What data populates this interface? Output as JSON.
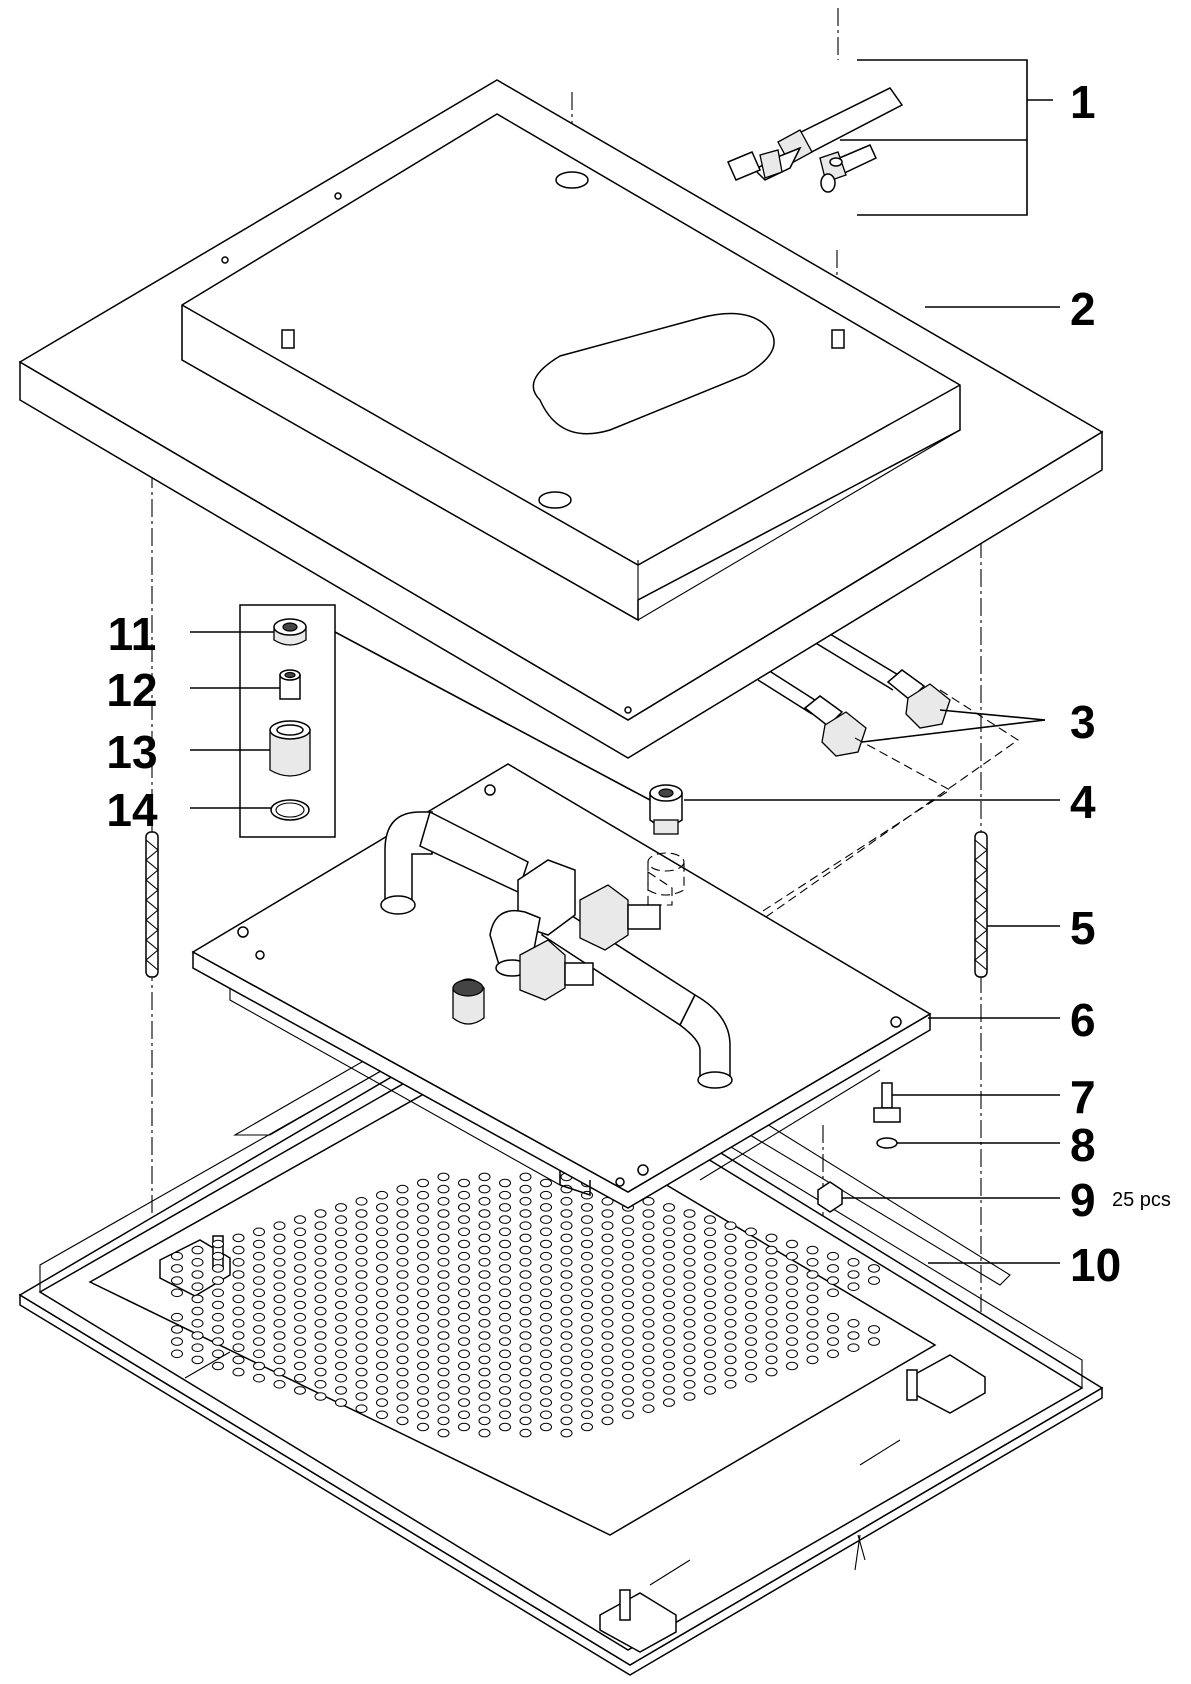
{
  "diagram": {
    "callouts": [
      {
        "id": "1",
        "label": "1"
      },
      {
        "id": "2",
        "label": "2"
      },
      {
        "id": "3",
        "label": "3"
      },
      {
        "id": "4",
        "label": "4"
      },
      {
        "id": "5",
        "label": "5"
      },
      {
        "id": "6",
        "label": "6"
      },
      {
        "id": "7",
        "label": "7"
      },
      {
        "id": "8",
        "label": "8"
      },
      {
        "id": "9",
        "label": "9",
        "quantity": "25 pcs"
      },
      {
        "id": "10",
        "label": "10"
      },
      {
        "id": "11",
        "label": "11"
      },
      {
        "id": "12",
        "label": "12"
      },
      {
        "id": "13",
        "label": "13"
      },
      {
        "id": "14",
        "label": "14"
      }
    ]
  }
}
